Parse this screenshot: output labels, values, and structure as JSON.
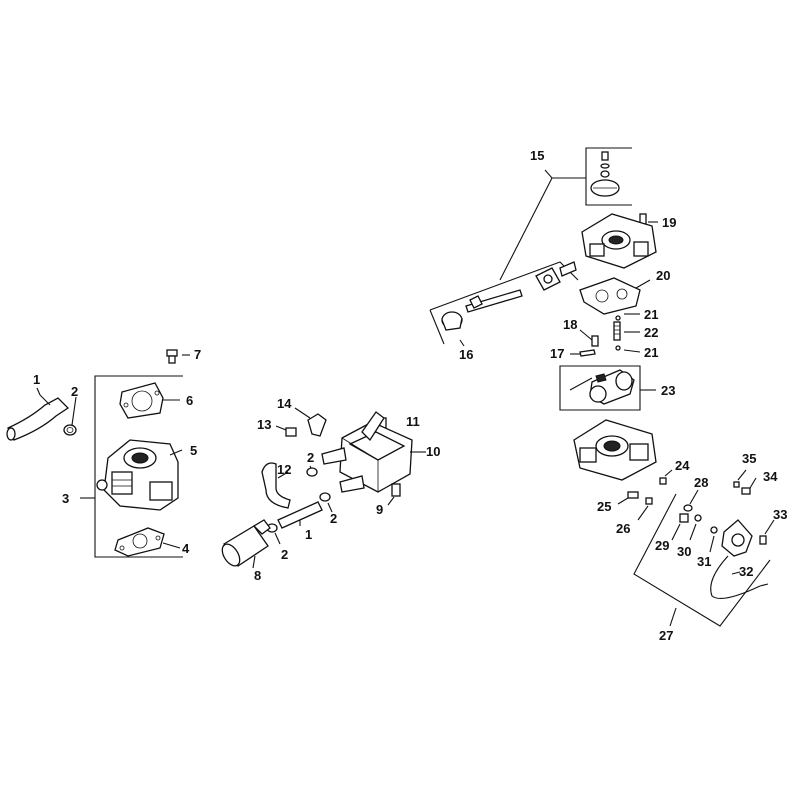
{
  "labels": {
    "l1a": "1",
    "l2a": "2",
    "l3": "3",
    "l4": "4",
    "l5": "5",
    "l6": "6",
    "l7": "7",
    "l8": "8",
    "l9": "9",
    "l10": "10",
    "l11": "11",
    "l12": "12",
    "l13": "13",
    "l14": "14",
    "l2b": "2",
    "l2c": "2",
    "l2d": "2",
    "l1b": "1",
    "l15": "15",
    "l16": "16",
    "l17": "17",
    "l18": "18",
    "l19": "19",
    "l20": "20",
    "l21a": "21",
    "l22": "22",
    "l21b": "21",
    "l23": "23",
    "l24": "24",
    "l25": "25",
    "l26": "26",
    "l27": "27",
    "l28": "28",
    "l29": "29",
    "l30": "30",
    "l31": "31",
    "l32": "32",
    "l33": "33",
    "l34": "34",
    "l35": "35"
  }
}
